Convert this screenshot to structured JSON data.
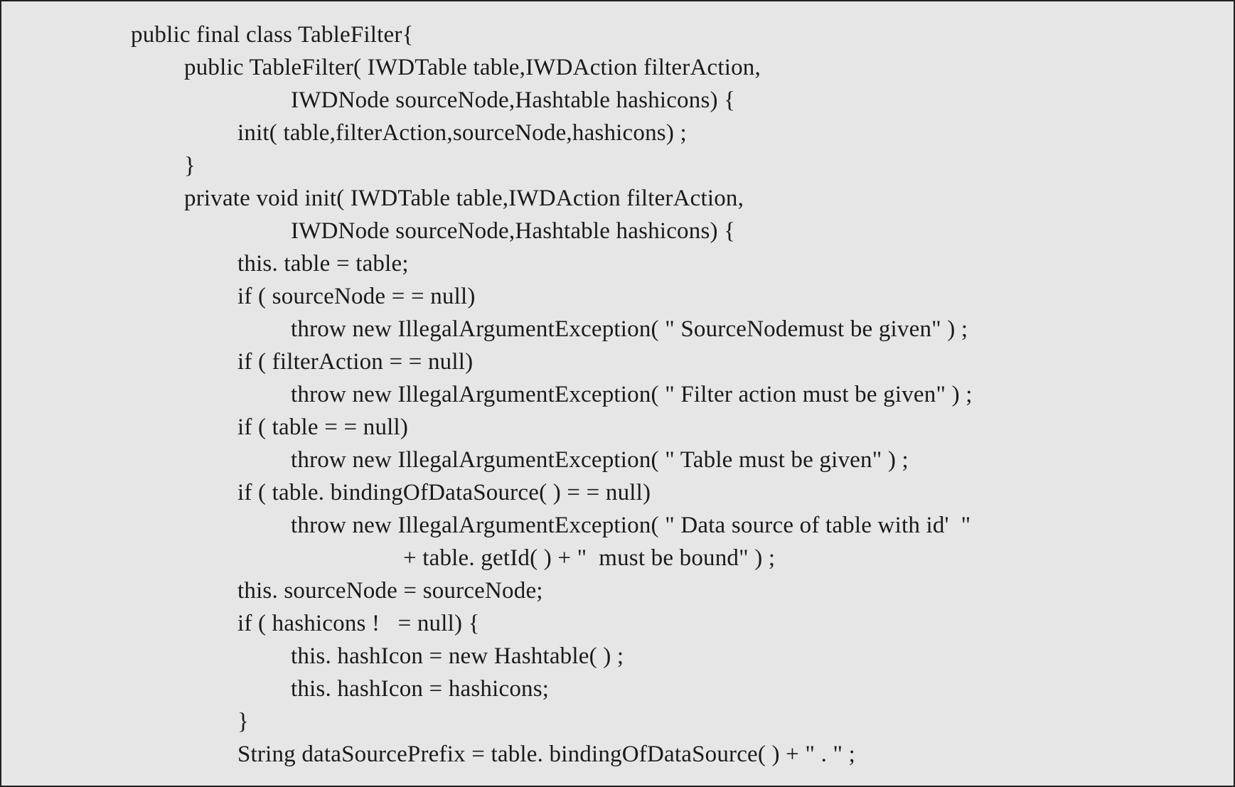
{
  "code_lines": [
    "public final class TableFilter{",
    "public TableFilter( IWDTable table,IWDAction filterAction,",
    "IWDNode sourceNode,Hashtable hashicons) {",
    "init( table,filterAction,sourceNode,hashicons) ;",
    "}",
    "private void init( IWDTable table,IWDAction filterAction,",
    "IWDNode sourceNode,Hashtable hashicons) {",
    "this. table = table;",
    "if ( sourceNode = = null)",
    "throw new IllegalArgumentException( \" SourceNodemust be given\" ) ;",
    "if ( filterAction = = null)",
    "throw new IllegalArgumentException( \" Filter action must be given\" ) ;",
    "if ( table = = null)",
    "throw new IllegalArgumentException( \" Table must be given\" ) ;",
    "if ( table. bindingOfDataSource( ) = = null)",
    "throw new IllegalArgumentException( \" Data source of table with id'  \"",
    "+ table. getId( ) + \"  must be bound\" ) ;",
    "this. sourceNode = sourceNode;",
    "if ( hashicons !   = null) {",
    "this. hashIcon = new Hashtable( ) ;",
    "this. hashIcon = hashicons;",
    "}",
    "String dataSourcePrefix = table. bindingOfDataSource( ) + \" . \" ;"
  ]
}
